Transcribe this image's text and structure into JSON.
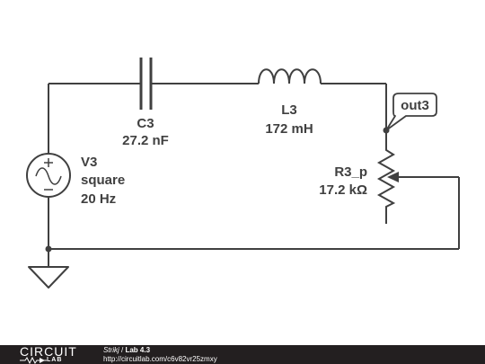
{
  "schematic": {
    "c3": {
      "name": "C3",
      "value": "27.2 nF"
    },
    "l3": {
      "name": "L3",
      "value": "172 mH"
    },
    "v3": {
      "name": "V3",
      "waveform": "square",
      "frequency": "20 Hz"
    },
    "r3": {
      "name": "R3_p",
      "value": "17.2 kΩ"
    },
    "probe": {
      "label": "out3"
    }
  },
  "footer": {
    "logo_top": "CIRCUIT",
    "logo_bottom": "LAB",
    "author": "Strikj",
    "separator": " / ",
    "title": "Lab 4.3",
    "url": "http://circuitlab.com/c6v82vr25zmxy"
  }
}
